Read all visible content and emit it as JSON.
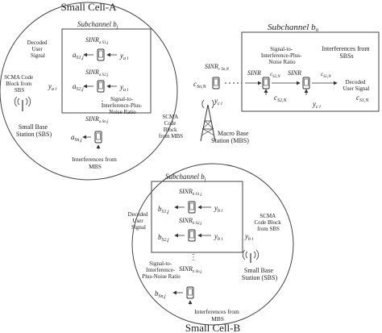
{
  "cells": {
    "a": {
      "title": "Small Cell-A",
      "subchannel": "Subchannel b",
      "subchannel_sub": "j",
      "sinr_top": "SINR",
      "sinr_top_sub": "a S1,j",
      "sinr_mid": "SINR",
      "sinr_mid_sub": "a S2,j",
      "sinr_bot": "SINR",
      "sinr_bot_sub": "a Sn,j",
      "user_top": "a",
      "user_top_sub": "S1,j",
      "user_mid": "a",
      "user_mid_sub": "S2,j",
      "user_bot": "a",
      "user_bot_sub": "Sn,j",
      "y_top": "y",
      "y_top_sub": "a i",
      "y_mid": "y",
      "y_mid_sub": "a i",
      "y_left": "y",
      "y_left_sub": "a i",
      "decoded": [
        "Decoded",
        "User",
        "Signal"
      ],
      "sinr_label": [
        "Signal-to-",
        "Interference-Plus-",
        "Noise Ratio"
      ],
      "scma": [
        "SCMA Code",
        "Block from",
        "SBS"
      ],
      "sbs": [
        "Small Base",
        "Station (SBS)"
      ],
      "interf": [
        "Interferences from",
        "MBS"
      ]
    },
    "b": {
      "title": "Small Cell-B",
      "subchannel": "Subchannel b",
      "subchannel_sub": "j",
      "sinr_top": "SINR",
      "sinr_top_sub": "b S1,j",
      "sinr_mid": "SINR",
      "sinr_mid_sub": "b S2,j",
      "sinr_bot": "SINR",
      "sinr_bot_sub": "b Sn,j",
      "user_top": "b",
      "user_top_sub": "S1,j",
      "user_mid": "b",
      "user_mid_sub": "S2,j",
      "user_bot": "b",
      "user_bot_sub": "Sn,j",
      "y_top": "y",
      "y_top_sub": "b i",
      "y_mid": "y",
      "y_mid_sub": "b i",
      "y_right": "y",
      "y_right_sub": "b i",
      "decoded": [
        "Decoded",
        "User",
        "Signal"
      ],
      "sinr_label": [
        "Signal-to-",
        "Interference-",
        "Plus-Noise Ratio"
      ],
      "scma": [
        "SCMA",
        "Code Block",
        "from SBS"
      ],
      "sbs": [
        "Small Base",
        "Station (SBS)"
      ],
      "interf": [
        "Interferences from",
        "MBS"
      ]
    }
  },
  "macro": {
    "scma": [
      "SCMA",
      "Code",
      "Block",
      "from MBS"
    ],
    "mbs": [
      "Macro Base",
      "Station (MBS)"
    ],
    "y": "y",
    "y_sub": "c i"
  },
  "subchannel_n": {
    "title": "Subchannel b",
    "title_sub": "n",
    "sinr_main": "SINR",
    "sinr_main_sub": "c Sn,N",
    "user_main": "c",
    "user_main_sub": "Sn,N",
    "sinr1": "SINR",
    "sinr1_sub": "c S2,N",
    "sinr2": "SINR",
    "sinr2_sub": "c S1,N",
    "user1": "c",
    "user1_sub": "S2,N",
    "user2": "c",
    "user2_sub": "S1,N",
    "y1": "y",
    "y1_sub": "c i",
    "sinr_label": [
      "Signal-to-",
      "Interference-Plus-",
      "Noise Ratio"
    ],
    "interf": [
      "Interferences from",
      "SBSs"
    ],
    "decoded": [
      "Decoded",
      "User Signal"
    ]
  }
}
